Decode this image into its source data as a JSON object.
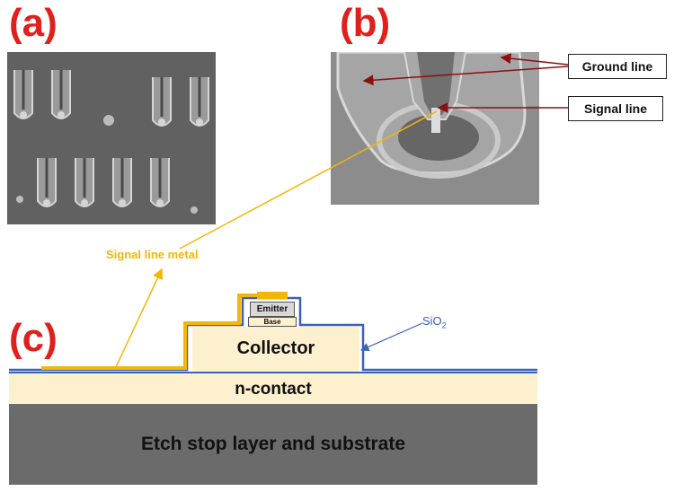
{
  "panels": {
    "a": "(a)",
    "b": "(b)",
    "c": "(c)"
  },
  "callouts": {
    "ground": "Ground line",
    "signal": "Signal line",
    "metal": "Signal line metal"
  },
  "layers": {
    "emitter": "Emitter",
    "base": "Base",
    "collector": "Collector",
    "ncontact": "n-contact",
    "substrate": "Etch stop layer and substrate",
    "oxide": "SiO",
    "oxide_sub": "2"
  },
  "colors": {
    "label_red": "#e0201c",
    "metal_gold": "#f2b705",
    "oxide_blue": "#3a62b8",
    "arrow_dark_red": "#8b1010",
    "layer_cream": "#fdf0cf",
    "substrate_gray": "#6b6b6b",
    "emitter_gray": "#d8d8d8"
  }
}
